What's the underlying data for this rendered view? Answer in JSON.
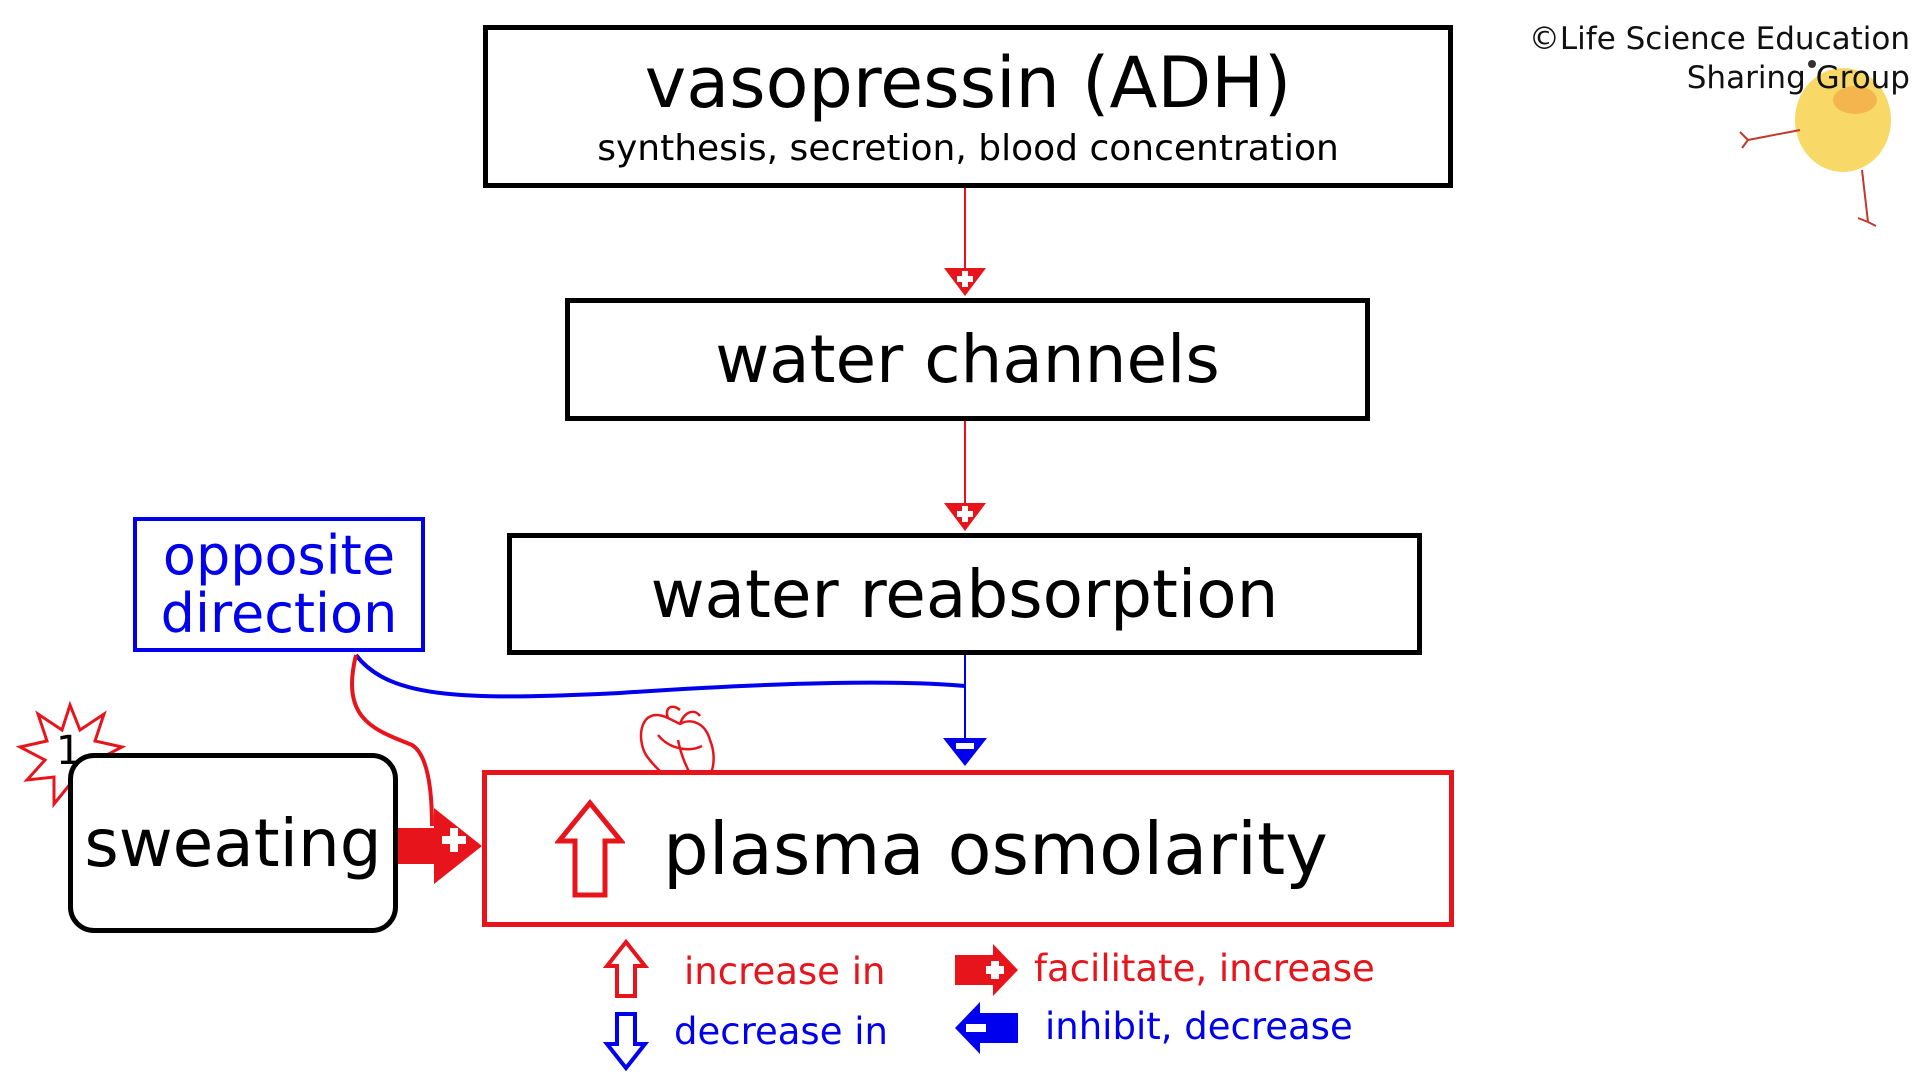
{
  "copyright": {
    "line1": "©Life Science Education",
    "line2": "Sharing Group"
  },
  "nodes": {
    "adh": {
      "title": "vasopressin (ADH)",
      "subtitle": "synthesis, secretion, blood concentration"
    },
    "water_channels": {
      "label": "water channels"
    },
    "water_reabsorption": {
      "label": "water reabsorption"
    },
    "opposite_direction": {
      "line1": "opposite",
      "line2": "direction"
    },
    "sweating": {
      "label": "sweating",
      "badge": "1"
    },
    "plasma_osmolarity": {
      "label": "plasma osmolarity"
    }
  },
  "legend": {
    "increase": "increase in",
    "decrease": "decrease in",
    "facilitate": "facilitate, increase",
    "inhibit": "inhibit, decrease"
  },
  "icons": {
    "heart": "heart-icon",
    "chick": "chick-mascot-icon",
    "burst": "burst-badge-icon"
  },
  "colors": {
    "red": "#e8141c",
    "blue": "#0000ee",
    "black": "#000000"
  }
}
